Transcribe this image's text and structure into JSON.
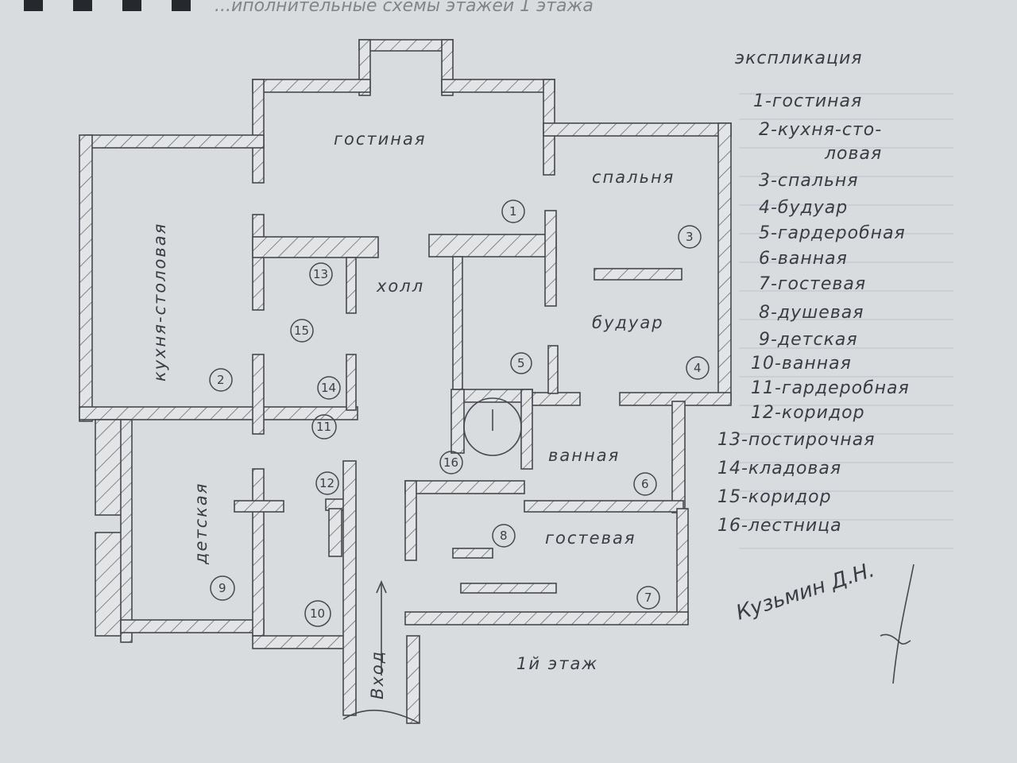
{
  "header_text": "...иполнительные схемы этажей 1 этажа",
  "explication": {
    "title": "экспликация",
    "items": [
      "1-гостиная",
      "2-кухня-сто-",
      "ловая",
      "3-спальня",
      "4-будуар",
      "5-гардеробная",
      "6-ванная",
      "7-гостевая",
      "8-душевая",
      "9-детская",
      "10-ванная",
      "11-гардеробная",
      "12-коридор",
      "13-постирочная",
      "14-кладовая",
      "15-коридор",
      "16-лестница"
    ]
  },
  "rooms": {
    "living": "гостиная",
    "kitchen": "кухня-столовая",
    "bedroom": "спальня",
    "hall": "холл",
    "boudoir": "будуар",
    "bath": "ванная",
    "guest": "гостевая",
    "children": "детская",
    "entrance": "Вход"
  },
  "numbers": {
    "n1": "1",
    "n2": "2",
    "n3": "3",
    "n4": "4",
    "n5": "5",
    "n6": "6",
    "n7": "7",
    "n8": "8",
    "n9": "9",
    "n10": "10",
    "n11": "11",
    "n12": "12",
    "n13": "13",
    "n14": "14",
    "n15": "15",
    "n16": "16"
  },
  "floor_label": "1й этаж",
  "signature": "Кузьмин Д.Н.",
  "colors": {
    "paper": "#d9dcdf",
    "pencil": "#45484e",
    "rules": "#b9c2cc"
  }
}
